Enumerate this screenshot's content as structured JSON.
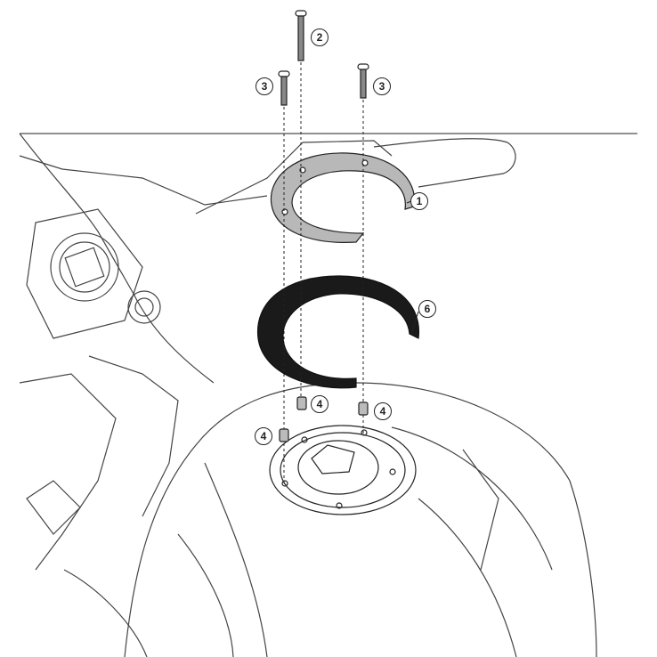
{
  "diagram": {
    "callouts": [
      {
        "id": "c2",
        "label": "2",
        "part": "long-screw"
      },
      {
        "id": "c3a",
        "label": "3",
        "part": "short-screw-left"
      },
      {
        "id": "c3b",
        "label": "3",
        "part": "short-screw-right"
      },
      {
        "id": "c1",
        "label": "1",
        "part": "tank-lock-flange"
      },
      {
        "id": "c6",
        "label": "6",
        "part": "gasket-ring"
      },
      {
        "id": "c4a",
        "label": "4",
        "part": "spacer-center"
      },
      {
        "id": "c4b",
        "label": "4",
        "part": "spacer-right"
      },
      {
        "id": "c4c",
        "label": "4",
        "part": "spacer-left"
      }
    ],
    "colors": {
      "line": "#222222",
      "flange": "#b8b8b8",
      "gasket": "#1a1a1a",
      "spacer": "#bbbbbb"
    }
  }
}
